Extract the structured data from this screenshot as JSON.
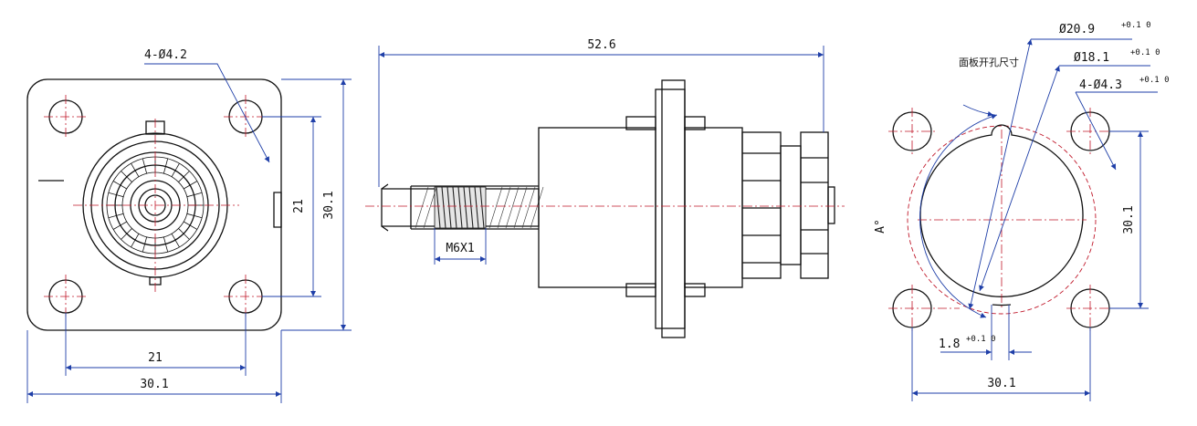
{
  "front_view": {
    "hole_callout": "4-Ø4.2",
    "hole_spacing_h": "21",
    "overall_width": "30.1",
    "hole_spacing_v": "21",
    "overall_height": "30.1"
  },
  "side_view": {
    "overall_length": "52.6",
    "thread": "M6X1"
  },
  "cutout_view": {
    "title": "面板开孔尺寸",
    "dia_outer": "Ø20.9",
    "dia_outer_tol": "+0.1 0",
    "dia_inner": "Ø18.1",
    "dia_inner_tol": "+0.1 0",
    "hole_callout": "4-Ø4.3",
    "hole_tol": "+0.1 0",
    "keyway": "1.8",
    "keyway_tol": "+0.1 0",
    "angle": "A°",
    "height": "30.1",
    "width": "30.1"
  },
  "colors": {
    "outline": "#111111",
    "dimension": "#1f3fa8",
    "centerline": "#c0182a"
  }
}
